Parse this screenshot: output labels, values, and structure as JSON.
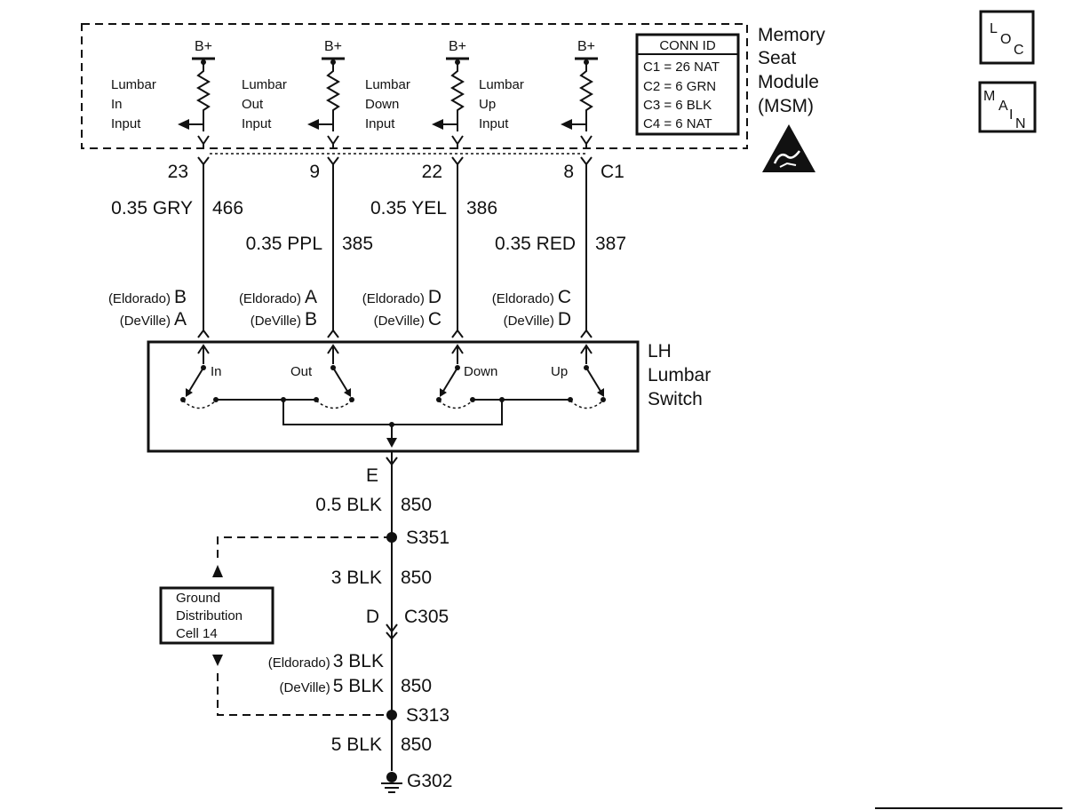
{
  "module": {
    "name_lines": [
      "Memory",
      "Seat",
      "Module",
      "(MSM)"
    ],
    "conn_id": {
      "header": "CONN ID",
      "rows": [
        "C1 = 26 NAT",
        "C2 = 6 GRN",
        "C3 = 6 BLK",
        "C4 = 6 NAT"
      ]
    },
    "supply": [
      "B+",
      "B+",
      "B+",
      "B+"
    ],
    "inputs": [
      {
        "lines": [
          "Lumbar",
          "In",
          "Input"
        ]
      },
      {
        "lines": [
          "Lumbar",
          "Out",
          "Input"
        ]
      },
      {
        "lines": [
          "Lumbar",
          "Down",
          "Input"
        ]
      },
      {
        "lines": [
          "Lumbar",
          "Up",
          "Input"
        ]
      }
    ],
    "connector": "C1"
  },
  "circuits": [
    {
      "pin": "23",
      "wire": "0.35 GRY",
      "circuit": "466",
      "eldorado_label": "(Eldorado)",
      "eldorado_pin": "B",
      "deville_label": "(DeVille)",
      "deville_pin": "A"
    },
    {
      "pin": "9",
      "wire": "0.35 PPL",
      "circuit": "385",
      "eldorado_label": "(Eldorado)",
      "eldorado_pin": "A",
      "deville_label": "(DeVille)",
      "deville_pin": "B"
    },
    {
      "pin": "22",
      "wire": "0.35 YEL",
      "circuit": "386",
      "eldorado_label": "(Eldorado)",
      "eldorado_pin": "D",
      "deville_label": "(DeVille)",
      "deville_pin": "C"
    },
    {
      "pin": "8",
      "wire": "0.35 RED",
      "circuit": "387",
      "eldorado_label": "(Eldorado)",
      "eldorado_pin": "C",
      "deville_label": "(DeVille)",
      "deville_pin": "D"
    }
  ],
  "switch": {
    "name_lines": [
      "LH",
      "Lumbar",
      "Switch"
    ],
    "positions": [
      "In",
      "Out",
      "Down",
      "Up"
    ]
  },
  "ground": {
    "switch_pin": "E",
    "seg1": {
      "wire": "0.5 BLK",
      "circuit": "850"
    },
    "splice1": "S351",
    "seg2": {
      "wire": "3 BLK",
      "circuit": "850"
    },
    "connector_pin": "D",
    "connector": "C305",
    "seg3_eldorado_label": "(Eldorado)",
    "seg3_eldorado_wire": "3 BLK",
    "seg3_deville_label": "(DeVille)",
    "seg3_deville_wire": "5 BLK",
    "seg3_circuit": "850",
    "splice2": "S313",
    "seg4": {
      "wire": "5 BLK",
      "circuit": "850"
    },
    "ground_point": "G302",
    "distribution_lines": [
      "Ground",
      "Distribution",
      "Cell 14"
    ]
  },
  "tabs": {
    "loc": {
      "l1": "L",
      "l2": "O",
      "l3": "C"
    },
    "main": {
      "l1": "M",
      "l2": "A",
      "l3": "I",
      "l4": "N"
    }
  }
}
